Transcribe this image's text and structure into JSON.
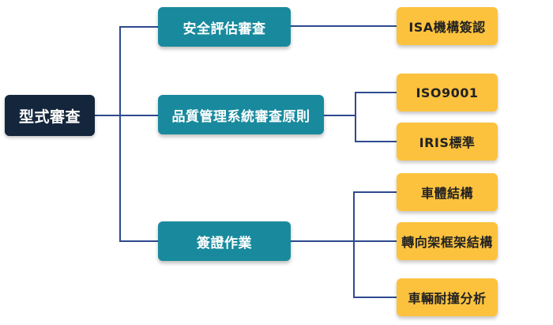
{
  "root": {
    "label": "型式審查"
  },
  "branches": [
    {
      "label": "安全評估審查",
      "children": [
        "ISA機構簽認"
      ]
    },
    {
      "label": "品質管理系統審查原則",
      "children": [
        "ISO9001",
        "IRIS標準"
      ]
    },
    {
      "label": "簽證作業",
      "children": [
        "車體結構",
        "轉向架框架結構",
        "車輛耐撞分析"
      ]
    }
  ],
  "colors": {
    "root_fill": "#14263b",
    "branch_fill": "#198a9d",
    "leaf_fill": "#fcc23e",
    "connector": "#2e4a8f"
  }
}
